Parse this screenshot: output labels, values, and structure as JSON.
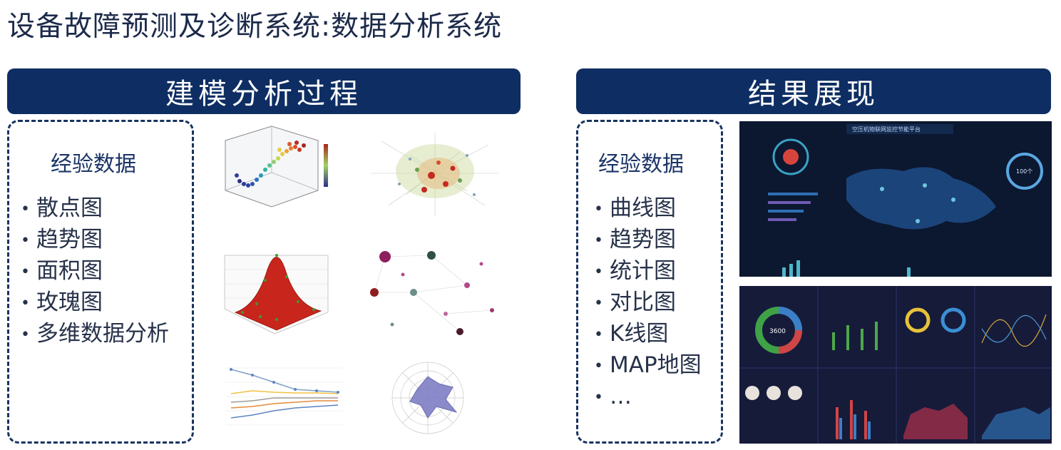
{
  "page_title": "设备故障预测及诊断系统:数据分析系统",
  "left_section": {
    "banner": "建模分析过程",
    "heading": "经验数据",
    "bullet": "•",
    "items": [
      "散点图",
      "趋势图",
      "面积图",
      "玫瑰图",
      "多维数据分析"
    ]
  },
  "right_section": {
    "banner": "结果展现",
    "heading": "经验数据",
    "bullet": "•",
    "items": [
      "曲线图",
      "趋势图",
      "统计图",
      "对比图",
      "K线图",
      "MAP地图",
      "…"
    ]
  },
  "dashboard_top": {
    "title": "空压机物联网监控节能平台",
    "gauge_value": "100个"
  },
  "dashboard_bottom": {
    "donut_value": "3600"
  },
  "colors": {
    "navy": "#0e2e63",
    "dash_bg": "#0f1a33"
  }
}
